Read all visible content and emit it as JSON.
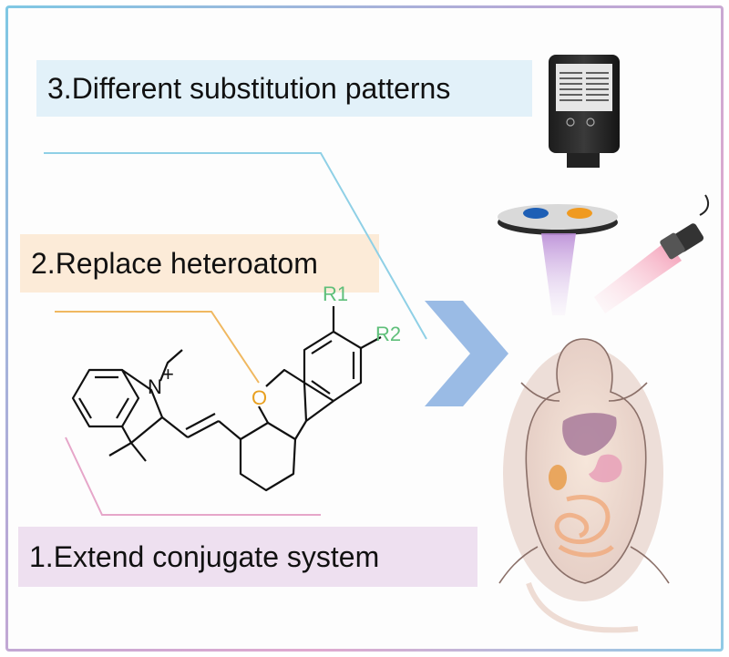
{
  "steps": {
    "step3": "3.Different substitution patterns",
    "step2": "2.Replace heteroatom",
    "step1": "1.Extend conjugate system"
  },
  "molecule": {
    "nitrogen": "N",
    "charge": "+",
    "oxygen": "O",
    "r1": "R1",
    "r2": "R2"
  },
  "colors": {
    "step3_bg": "#e2f1f9",
    "step2_bg": "#fcebd8",
    "step1_bg": "#eee0f0",
    "oxygen": "#e8a020",
    "substituent": "#5fbf7a",
    "arrow": "#8fb4e2"
  }
}
